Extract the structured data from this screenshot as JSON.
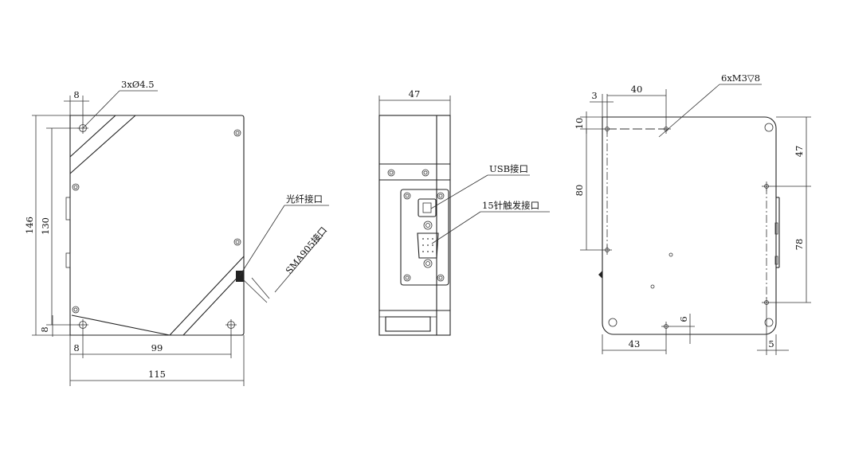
{
  "left_view": {
    "hole_spec": "3xØ4.5",
    "fiber_interface": "光纤接口",
    "sma_interface": "SMA905接口",
    "dim_top_offset": "8",
    "dim_height_outer": "146",
    "dim_height_inner": "130",
    "dim_bottom_offset": "8",
    "dim_bottom_left": "8",
    "dim_hole_span": "99",
    "dim_width_total": "115"
  },
  "middle_view": {
    "dim_width": "47",
    "usb_interface": "USB接口",
    "trigger_interface": "15针触发接口"
  },
  "right_view": {
    "thread_spec": "6xM3▽8",
    "dim_left_offset": "3",
    "dim_hole_x": "40",
    "dim_top_offset": "10",
    "dim_hole_vertical": "80",
    "dim_right_top": "47",
    "dim_right_span": "78",
    "dim_bottom_hole_x": "43",
    "dim_bottom_hole_y": "6",
    "dim_right_edge": "5"
  }
}
